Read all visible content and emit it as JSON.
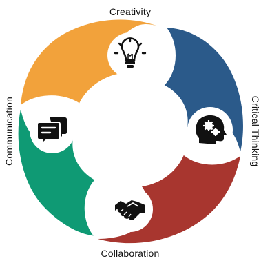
{
  "diagram": {
    "segments": [
      {
        "label": "Creativity",
        "icon": "lightbulb-icon",
        "color": "#F2A23B"
      },
      {
        "label": "Critical Thinking",
        "icon": "head-gears-icon",
        "color": "#2B5A8A"
      },
      {
        "label": "Collaboration",
        "icon": "handshake-icon",
        "color": "#A8362F"
      },
      {
        "label": "Communication",
        "icon": "chat-bubbles-icon",
        "color": "#0F9A74"
      }
    ]
  }
}
